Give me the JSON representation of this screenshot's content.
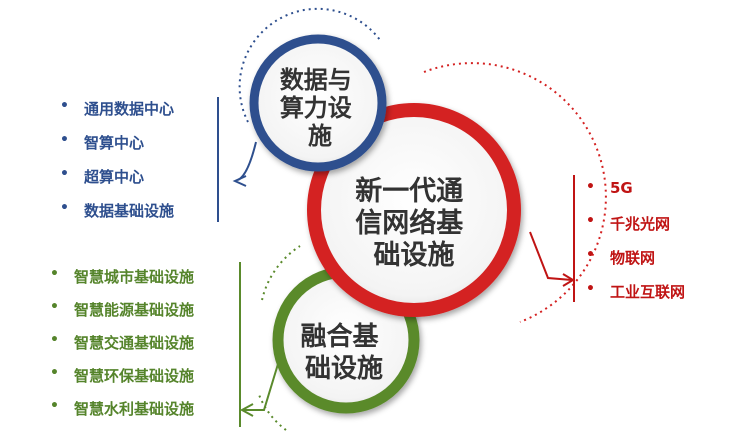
{
  "colors": {
    "blue": "#2e4f8e",
    "red": "#d42121",
    "green": "#5a8a2c",
    "text": "#333333"
  },
  "circles": {
    "computing": {
      "lines": [
        "数据与",
        "算力设",
        "施"
      ]
    },
    "network": {
      "lines": [
        "新一代通",
        "信网络基",
        "础设施"
      ]
    },
    "fusion": {
      "lines": [
        "融合基",
        "础设施"
      ]
    }
  },
  "lists": {
    "computing": [
      "通用数据中心",
      "智算中心",
      "超算中心",
      "数据基础设施"
    ],
    "network": [
      "5G",
      "千兆光网",
      "物联网",
      "工业互联网"
    ],
    "fusion": [
      "智慧城市基础设施",
      "智慧能源基础设施",
      "智慧交通基础设施",
      "智慧环保基础设施",
      "智慧水利基础设施"
    ]
  },
  "bullet": "•"
}
